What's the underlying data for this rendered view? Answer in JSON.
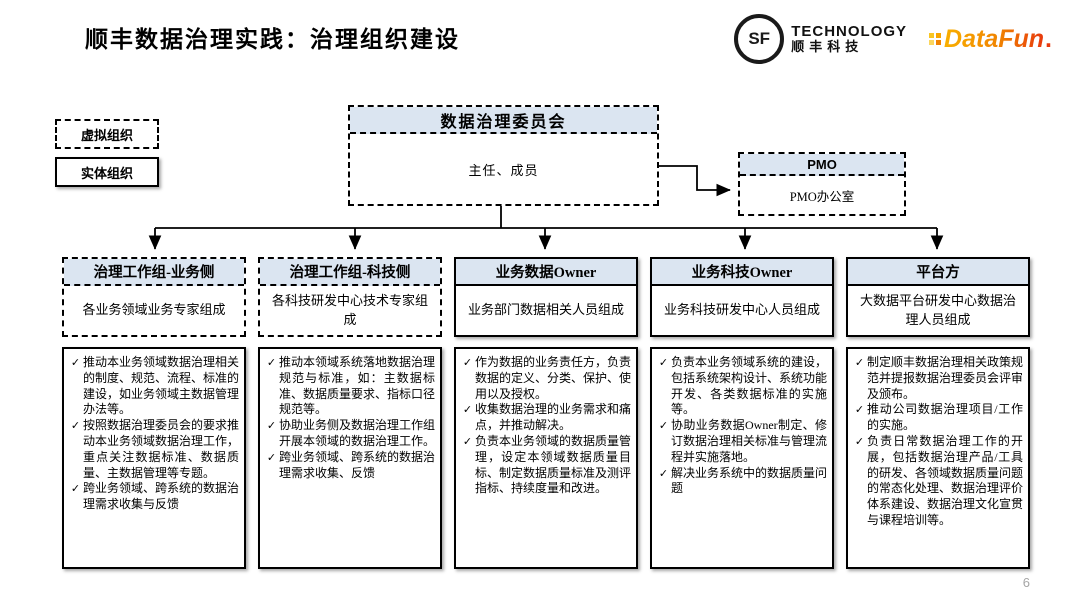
{
  "page": {
    "title": "顺丰数据治理实践：治理组织建设",
    "page_number": "6"
  },
  "logos": {
    "sf": {
      "badge": "SF",
      "line_en": "TECHNOLOGY",
      "line_cn": "顺丰科技"
    },
    "datafun": {
      "word": "DataFun",
      "dot": "."
    }
  },
  "legend": {
    "virtual_label": "虚拟组织",
    "entity_label": "实体组织"
  },
  "committee": {
    "title": "数据治理委员会",
    "body": "主任、成员"
  },
  "pmo": {
    "title": "PMO",
    "body": "PMO办公室"
  },
  "bullet_char": "✓",
  "columns": [
    {
      "type": "virtual",
      "title": "治理工作组-业务侧",
      "subtitle": "各业务领域业务专家组成",
      "bullets": [
        "推动本业务领域数据治理相关的制度、规范、流程、标准的建设，如业务领域主数据管理办法等。",
        "按照数据治理委员会的要求推动本业务领域数据治理工作，重点关注数据标准、数据质量、主数据管理等专题。",
        "跨业务领域、跨系统的数据治理需求收集与反馈"
      ]
    },
    {
      "type": "virtual",
      "title": "治理工作组-科技侧",
      "subtitle": "各科技研发中心技术专家组成",
      "bullets": [
        "推动本领域系统落地数据治理规范与标准，如：主数据标准、数据质量要求、指标口径规范等。",
        "协助业务侧及数据治理工作组开展本领域的数据治理工作。",
        "跨业务领域、跨系统的数据治理需求收集、反馈"
      ]
    },
    {
      "type": "entity",
      "title": "业务数据Owner",
      "subtitle": "业务部门数据相关人员组成",
      "bullets": [
        "作为数据的业务责任方，负责数据的定义、分类、保护、使用以及授权。",
        "收集数据治理的业务需求和痛点，并推动解决。",
        "负责本业务领域的数据质量管理，设定本领域数据质量目标、制定数据质量标准及测评指标、持续度量和改进。"
      ]
    },
    {
      "type": "entity",
      "title": "业务科技Owner",
      "subtitle": "业务科技研发中心人员组成",
      "bullets": [
        "负责本业务领域系统的建设，包括系统架构设计、系统功能开发、各类数据标准的实施等。",
        "协助业务数据Owner制定、修订数据治理相关标准与管理流程并实施落地。",
        "解决业务系统中的数据质量问题"
      ]
    },
    {
      "type": "entity",
      "title": "平台方",
      "subtitle": "大数据平台研发中心数据治理人员组成",
      "bullets": [
        "制定顺丰数据治理相关政策规范并提报数据治理委员会评审及颁布。",
        "推动公司数据治理项目/工作的实施。",
        "负责日常数据治理工作的开展，包括数据治理产品/工具的研发、各领域数据质量问题的常态化处理、数据治理评价体系建设、数据治理文化宣贯与课程培训等。"
      ]
    }
  ],
  "colors": {
    "header_fill": "#dbe5f1",
    "line_black": "#000000",
    "accent_orange": "#f7a600",
    "accent_red": "#e8380d",
    "page_number_gray": "#a6a6a6"
  }
}
